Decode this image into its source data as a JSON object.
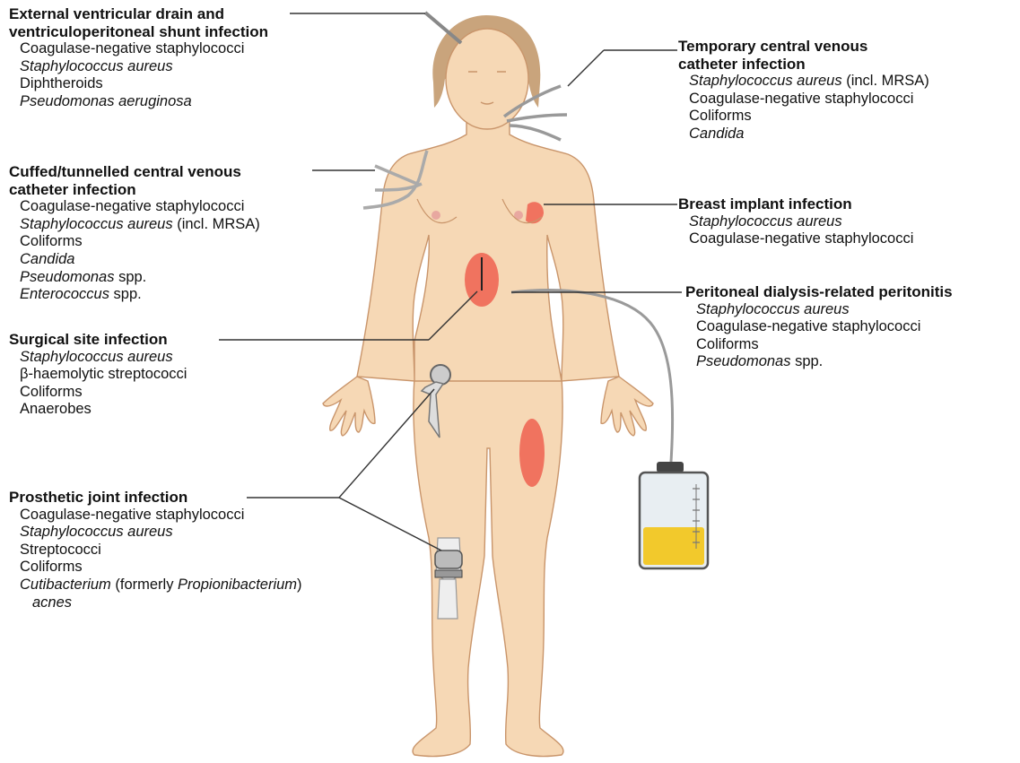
{
  "colors": {
    "skin": "#f6d8b5",
    "skin_outline": "#c9956b",
    "hair": "#c9a47c",
    "inflammation": "#ef5a4a",
    "leader_line": "#333333",
    "bag_fluid": "#f2c92c",
    "bag_frame": "#555555"
  },
  "icons": {
    "figure": "human-figure-icon",
    "bag": "dialysis-bag-icon",
    "catheter": "catheter-icon",
    "hip": "hip-prosthesis-icon",
    "knee": "knee-prosthesis-icon"
  },
  "callouts": {
    "evd": {
      "title": [
        "External ventricular drain and",
        "ventriculoperitoneal shunt infection"
      ],
      "organisms": [
        [
          {
            "t": "Coagulase-negative staphylococci",
            "i": false
          }
        ],
        [
          {
            "t": "Staphylococcus aureus",
            "i": true
          }
        ],
        [
          {
            "t": "Diphtheroids",
            "i": false
          }
        ],
        [
          {
            "t": "Pseudomonas aeruginosa",
            "i": true
          }
        ]
      ]
    },
    "tcvc": {
      "title": [
        "Temporary central venous",
        "catheter infection"
      ],
      "organisms": [
        [
          {
            "t": "Staphylococcus aureus",
            "i": true
          },
          {
            "t": " (incl. MRSA)",
            "i": false
          }
        ],
        [
          {
            "t": "Coagulase-negative staphylococci",
            "i": false
          }
        ],
        [
          {
            "t": "Coliforms",
            "i": false
          }
        ],
        [
          {
            "t": "Candida",
            "i": true
          }
        ]
      ]
    },
    "cuffed": {
      "title": [
        "Cuffed/tunnelled central venous",
        "catheter infection"
      ],
      "organisms": [
        [
          {
            "t": "Coagulase-negative staphylococci",
            "i": false
          }
        ],
        [
          {
            "t": "Staphylococcus aureus",
            "i": true
          },
          {
            "t": " (incl. MRSA)",
            "i": false
          }
        ],
        [
          {
            "t": "Coliforms",
            "i": false
          }
        ],
        [
          {
            "t": "Candida",
            "i": true
          }
        ],
        [
          {
            "t": "Pseudomonas",
            "i": true
          },
          {
            "t": " spp.",
            "i": false
          }
        ],
        [
          {
            "t": "Enterococcus",
            "i": true
          },
          {
            "t": " spp.",
            "i": false
          }
        ]
      ]
    },
    "breast": {
      "title": [
        "Breast implant infection"
      ],
      "organisms": [
        [
          {
            "t": "Staphylococcus aureus",
            "i": true
          }
        ],
        [
          {
            "t": "Coagulase-negative staphylococci",
            "i": false
          }
        ]
      ]
    },
    "peritoneal": {
      "title": [
        "Peritoneal dialysis-related peritonitis"
      ],
      "organisms": [
        [
          {
            "t": "Staphylococcus aureus",
            "i": true
          }
        ],
        [
          {
            "t": "Coagulase-negative staphylococci",
            "i": false
          }
        ],
        [
          {
            "t": "Coliforms",
            "i": false
          }
        ],
        [
          {
            "t": "Pseudomonas",
            "i": true
          },
          {
            "t": " spp.",
            "i": false
          }
        ]
      ]
    },
    "surgical": {
      "title": [
        "Surgical site infection"
      ],
      "organisms": [
        [
          {
            "t": "Staphylococcus aureus",
            "i": true
          }
        ],
        [
          {
            "t": "β-haemolytic streptococci",
            "i": false
          }
        ],
        [
          {
            "t": "Coliforms",
            "i": false
          }
        ],
        [
          {
            "t": "Anaerobes",
            "i": false
          }
        ]
      ]
    },
    "prosthetic": {
      "title": [
        "Prosthetic joint infection"
      ],
      "organisms": [
        [
          {
            "t": "Coagulase-negative staphylococci",
            "i": false
          }
        ],
        [
          {
            "t": "Staphylococcus aureus",
            "i": true
          }
        ],
        [
          {
            "t": "Streptococci",
            "i": false
          }
        ],
        [
          {
            "t": "Coliforms",
            "i": false
          }
        ],
        [
          {
            "t": "Cutibacterium",
            "i": true
          },
          {
            "t": " (formerly ",
            "i": false
          },
          {
            "t": "Propionibacterium",
            "i": true
          },
          {
            "t": ")",
            "i": false
          }
        ],
        [
          {
            "t": "acnes",
            "i": true,
            "cont": true
          }
        ]
      ]
    }
  }
}
